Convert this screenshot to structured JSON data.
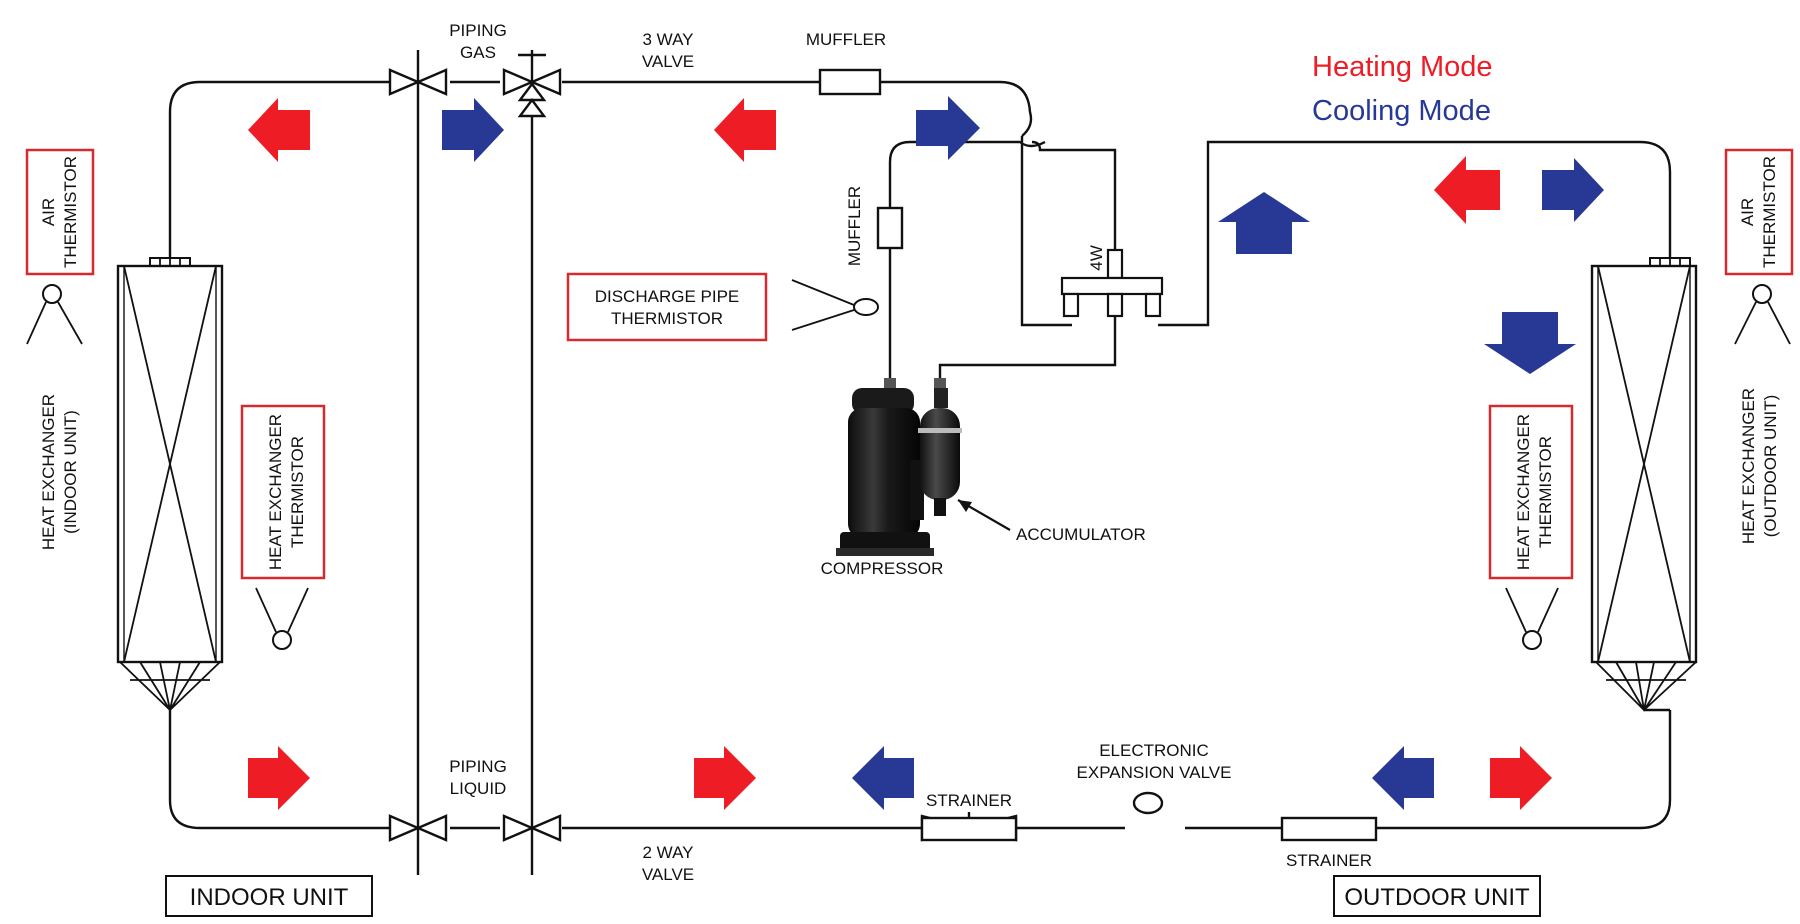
{
  "legend": {
    "heating": "Heating Mode",
    "cooling": "Cooling Mode",
    "heating_color": "#ee1c25",
    "cooling_color": "#273895"
  },
  "labels": {
    "piping_gas": [
      "PIPING",
      "GAS"
    ],
    "three_way_valve": [
      "3 WAY",
      "VALVE"
    ],
    "muffler_top": "MUFFLER",
    "muffler_vertical": "MUFFLER",
    "four_way": "4W",
    "discharge_thermistor": [
      "DISCHARGE PIPE",
      "THERMISTOR"
    ],
    "accumulator": "ACCUMULATOR",
    "compressor": "COMPRESSOR",
    "air_thermistor_indoor": [
      "AIR",
      "THERMISTOR"
    ],
    "air_thermistor_outdoor": [
      "AIR",
      "THERMISTOR"
    ],
    "hx_indoor": [
      "HEAT EXCHANGER",
      "(INDOOR UNIT)"
    ],
    "hx_outdoor": [
      "HEAT EXCHANGER",
      "(OUTDOOR UNIT)"
    ],
    "hx_thermistor_indoor": [
      "HEAT EXCHANGER",
      "THERMISTOR"
    ],
    "hx_thermistor_outdoor": [
      "HEAT EXCHANGER",
      "THERMISTOR"
    ],
    "piping_liquid": [
      "PIPING",
      "LIQUID"
    ],
    "two_way_valve": [
      "2 WAY",
      "VALVE"
    ],
    "strainer_left": "STRAINER",
    "strainer_right": "STRAINER",
    "expansion_valve": [
      "ELECTRONIC",
      "EXPANSION VALVE"
    ],
    "indoor_unit": "INDOOR UNIT",
    "outdoor_unit": "OUTDOOR UNIT"
  }
}
